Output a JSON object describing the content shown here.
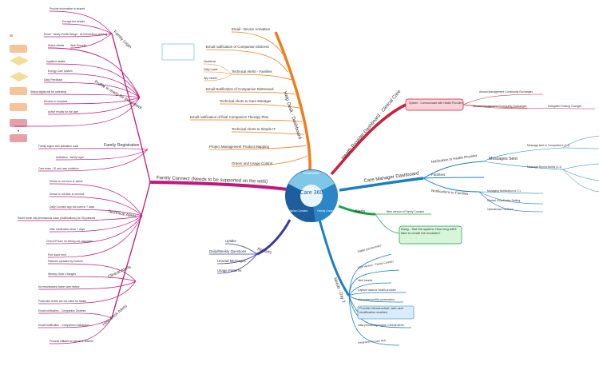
{
  "center": {
    "title": "Care 360",
    "segments": [
      "Consumer",
      "Clinician Connect",
      "Family Connect"
    ]
  },
  "branches": {
    "family_connect": {
      "label": "Family Connect (Needs to be supported on the web)",
      "color": "#c2187a",
      "groups": {
        "family_login": {
          "label": "Family Login",
          "items": [
            "Provide information in shared",
            "Encrypt the details",
            "Email - Newly Profile Brings - as Interactions sharing",
            "Web Security"
          ]
        },
        "profile": {
          "label": "Profile is ready for the patient",
          "items": [
            "Status details",
            "Inpatient details",
            "Energy Care system",
            "Daily Feedback",
            "Status digital will be collecting",
            "Review in complete",
            "Active results for the user"
          ]
        },
        "registration": {
          "label": "Family Registration",
          "items": [
            "Family logins with activation code",
            "Activation - family login",
            "Care team - ID and user invitation"
          ]
        },
        "technical_alerts": {
          "label": "Technical Alerts",
          "items": [
            "Device is not worn or active",
            "Device is not able to connect",
            "Daily Connect app not used in 7 days",
            "Reset home link permissions issue (Notifications) for VN patients",
            "Miss medication stock 7 days",
            "Check iPhone for linking not calculated",
            "Port issue error"
          ]
        },
        "clinical_alerts": {
          "label": "Clinical Alerts",
          "items": [
            "Patient's Updated by Doctors",
            "Weekly Other Changes",
            "No rescheduled home care review",
            "Protection levels are not rated for health"
          ]
        },
        "daily_alerts": {
          "label": "Help Desk Alerts",
          "items": [
            "Email notification - Companion Distress",
            "Email Notification - Companion Distraction",
            "Process initiated to pause or resume"
          ]
        }
      }
    },
    "help_desk": {
      "label": "Help Desk - Dashboard",
      "color": "#f07c1a",
      "items": [
        "Email - Device Activation",
        "Email notification of Companion Distress",
        "Technical Alerts - Families",
        "Email Notification of Companion Distressed",
        "Technical Alerts to Care Manager",
        "Email notification of final Companion Therapy Plan",
        "Technical Alerts to Simple IT",
        "Project Management Product Mapping",
        "Orders and Usage Control"
      ],
      "sub_items": [
        "Heartbeat",
        "Daily Loads",
        "App Health"
      ]
    },
    "health_provider": {
      "label": "Health Provider Dashboard - Clinical Care",
      "color": "#c8213a",
      "box": "System - Communicate with Health Providers",
      "items": [
        "Annual Management Community Exchanges",
        "Clinical Management Community Exchanges",
        "Delegated Trading Changes"
      ]
    },
    "care_manager": {
      "label": "Care Manager Dashboard",
      "color": "#1a7fc0",
      "items": [
        "Notification to Health Provider",
        "Messages Sent",
        "Facilities",
        "Notifications to Families"
      ],
      "sub_items": [
        "Managing Notification of 1:1",
        "Clinical Coordinator Setting",
        "Operational Practices",
        "Message sent to Companion's (1:1)",
        "Message Sent to family (1:1)"
      ]
    },
    "alerts": {
      "label": "Alerts",
      "color": "#1aa04a",
      "web_label": "Web version of Family Connect",
      "box": "Doug - Test the system. How long will it take to create the modules?"
    },
    "reports": {
      "label": "Reports",
      "color": "#3b3ba3",
      "items": [
        "Uptake",
        "Daily/Weekly Questions",
        "Unread Messages",
        "Usage Patterns"
      ]
    },
    "next_steps": {
      "label": "Needs - Day 2",
      "color": "#1a7fc0",
      "items": [
        "Digital questionnaire",
        "Web Version - Family Connect",
        "Web tutorial",
        "Capture data for health provider",
        "Automated profile construction",
        "Data processing engine: Clinical alerts",
        "Integration to Care Hub"
      ],
      "box": "Provider infrastructure: web-user modification enabled"
    }
  }
}
